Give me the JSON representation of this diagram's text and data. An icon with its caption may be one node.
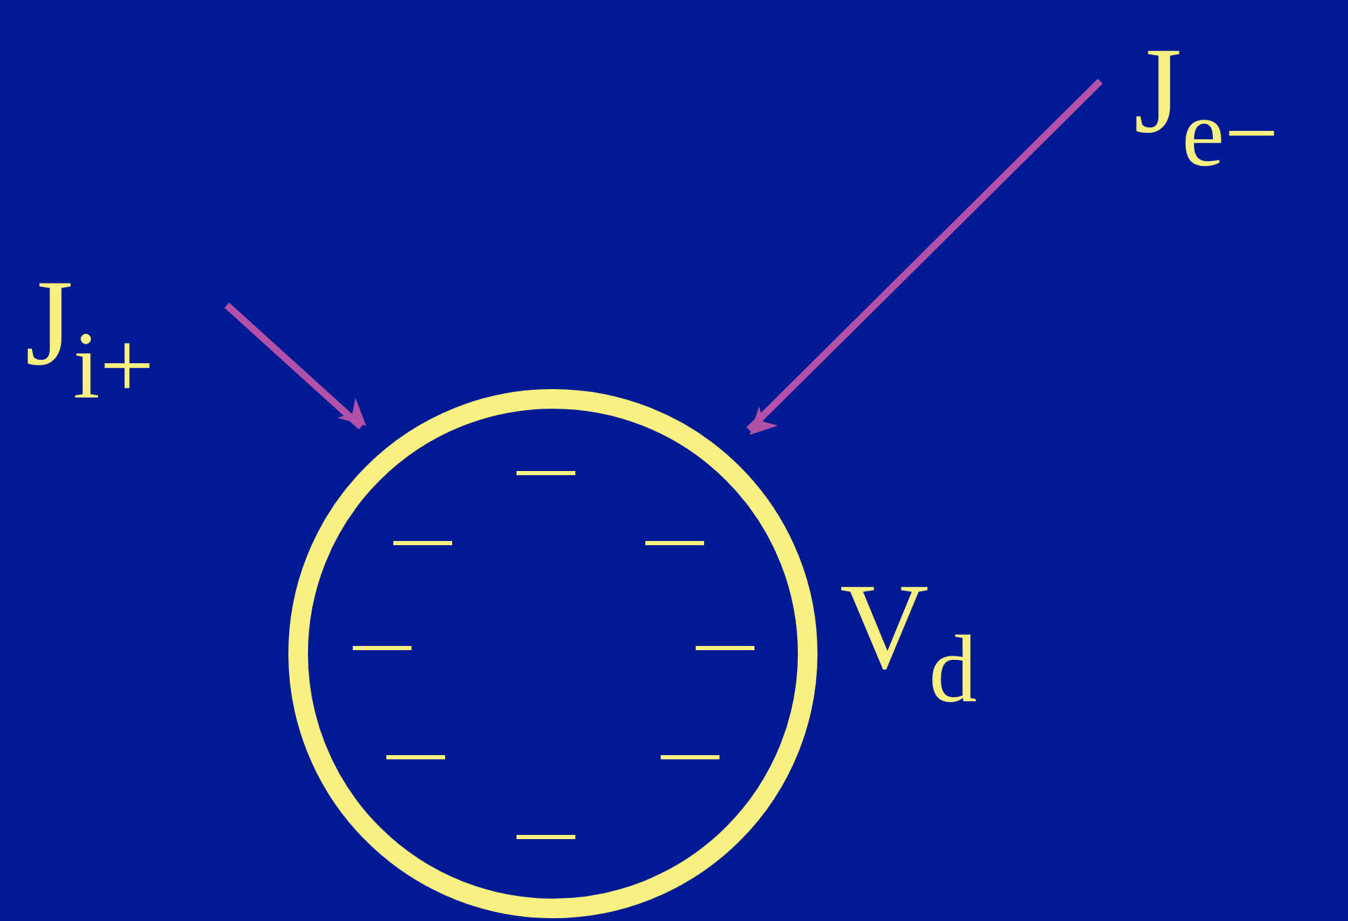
{
  "diagram": {
    "nodes": [
      {
        "text": [
          "J$_{i+}$"
        ]
      },
      {
        "text": [
          "J$_{e−}$"
        ]
      },
      {
        "text": [],
        "shape": "circle",
        "beside": [
          "V$_{d}$"
        ]
      }
    ],
    "edges": [
      {
        "from": 0,
        "to": 2,
        "arrow": "to"
      },
      {
        "from": 1,
        "to": 2,
        "arrow": "to"
      }
    ]
  }
}
